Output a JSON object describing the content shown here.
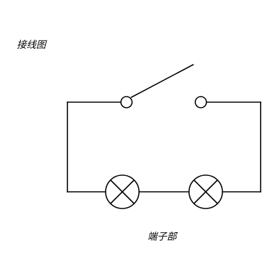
{
  "diagram": {
    "top_label": "接线图",
    "bottom_label": "端子部"
  },
  "colors": {
    "wire": "#000000",
    "background": "#ffffff"
  },
  "components": {
    "switch": {
      "icon": "switch-icon",
      "state": "open"
    },
    "lamps": [
      {
        "icon": "lamp-icon"
      },
      {
        "icon": "lamp-icon"
      }
    ]
  }
}
